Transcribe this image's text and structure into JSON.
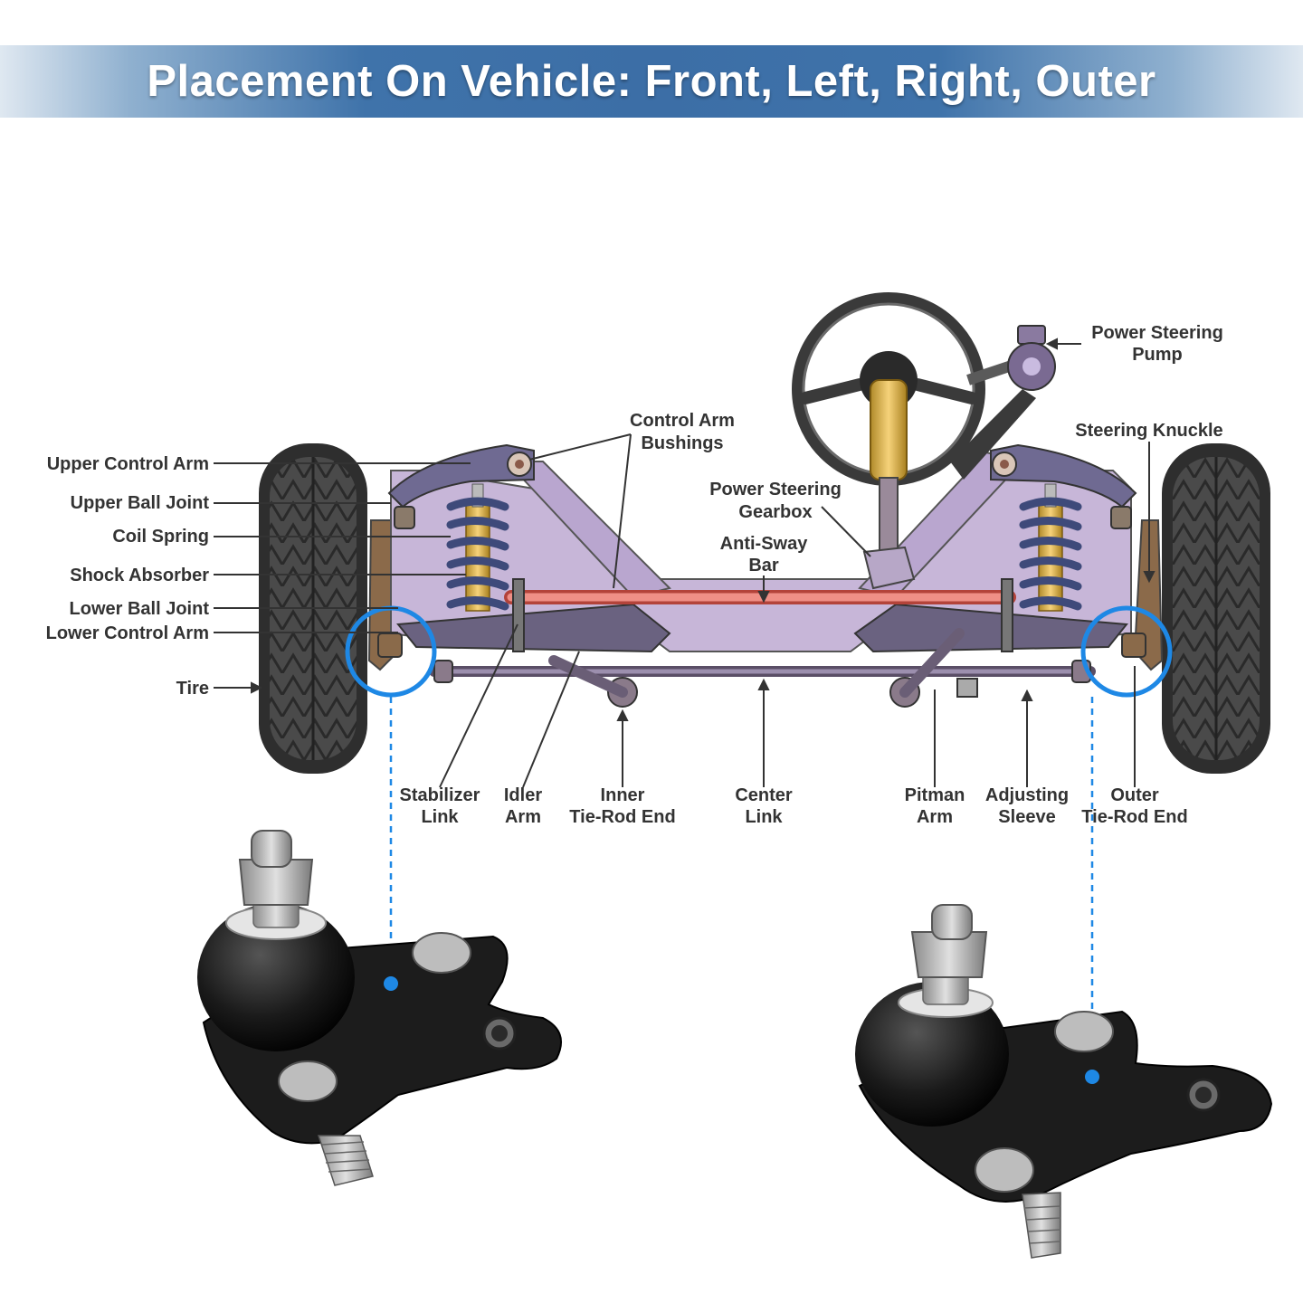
{
  "title": "Placement On Vehicle: Front, Left, Right, Outer",
  "labels": {
    "upper_control_arm": "Upper Control Arm",
    "upper_ball_joint": "Upper Ball Joint",
    "coil_spring": "Coil Spring",
    "shock_absorber": "Shock Absorber",
    "lower_ball_joint": "Lower Ball Joint",
    "lower_control_arm": "Lower Control Arm",
    "tire": "Tire",
    "control_arm_bushings_1": "Control Arm",
    "control_arm_bushings_2": "Bushings",
    "power_steering_gearbox_1": "Power Steering",
    "power_steering_gearbox_2": "Gearbox",
    "anti_sway_bar_1": "Anti-Sway",
    "anti_sway_bar_2": "Bar",
    "power_steering_pump_1": "Power Steering",
    "power_steering_pump_2": "Pump",
    "steering_knuckle": "Steering Knuckle",
    "stabilizer_link_1": "Stabilizer",
    "stabilizer_link_2": "Link",
    "idler_arm_1": "Idler",
    "idler_arm_2": "Arm",
    "inner_tie_rod_end_1": "Inner",
    "inner_tie_rod_end_2": "Tie-Rod End",
    "center_link_1": "Center",
    "center_link_2": "Link",
    "pitman_arm_1": "Pitman",
    "pitman_arm_2": "Arm",
    "adjusting_sleeve_1": "Adjusting",
    "adjusting_sleeve_2": "Sleeve",
    "outer_tie_rod_end_1": "Outer",
    "outer_tie_rod_end_2": "Tie-Rod End"
  },
  "colors": {
    "banner_blue": "#3c6ea6",
    "highlight_blue": "#1e88e5",
    "label_text": "#333333",
    "frame_lilac": "#c4b3d6",
    "sway_bar_red": "#e8736b",
    "shock_yellow": "#f2b933"
  }
}
